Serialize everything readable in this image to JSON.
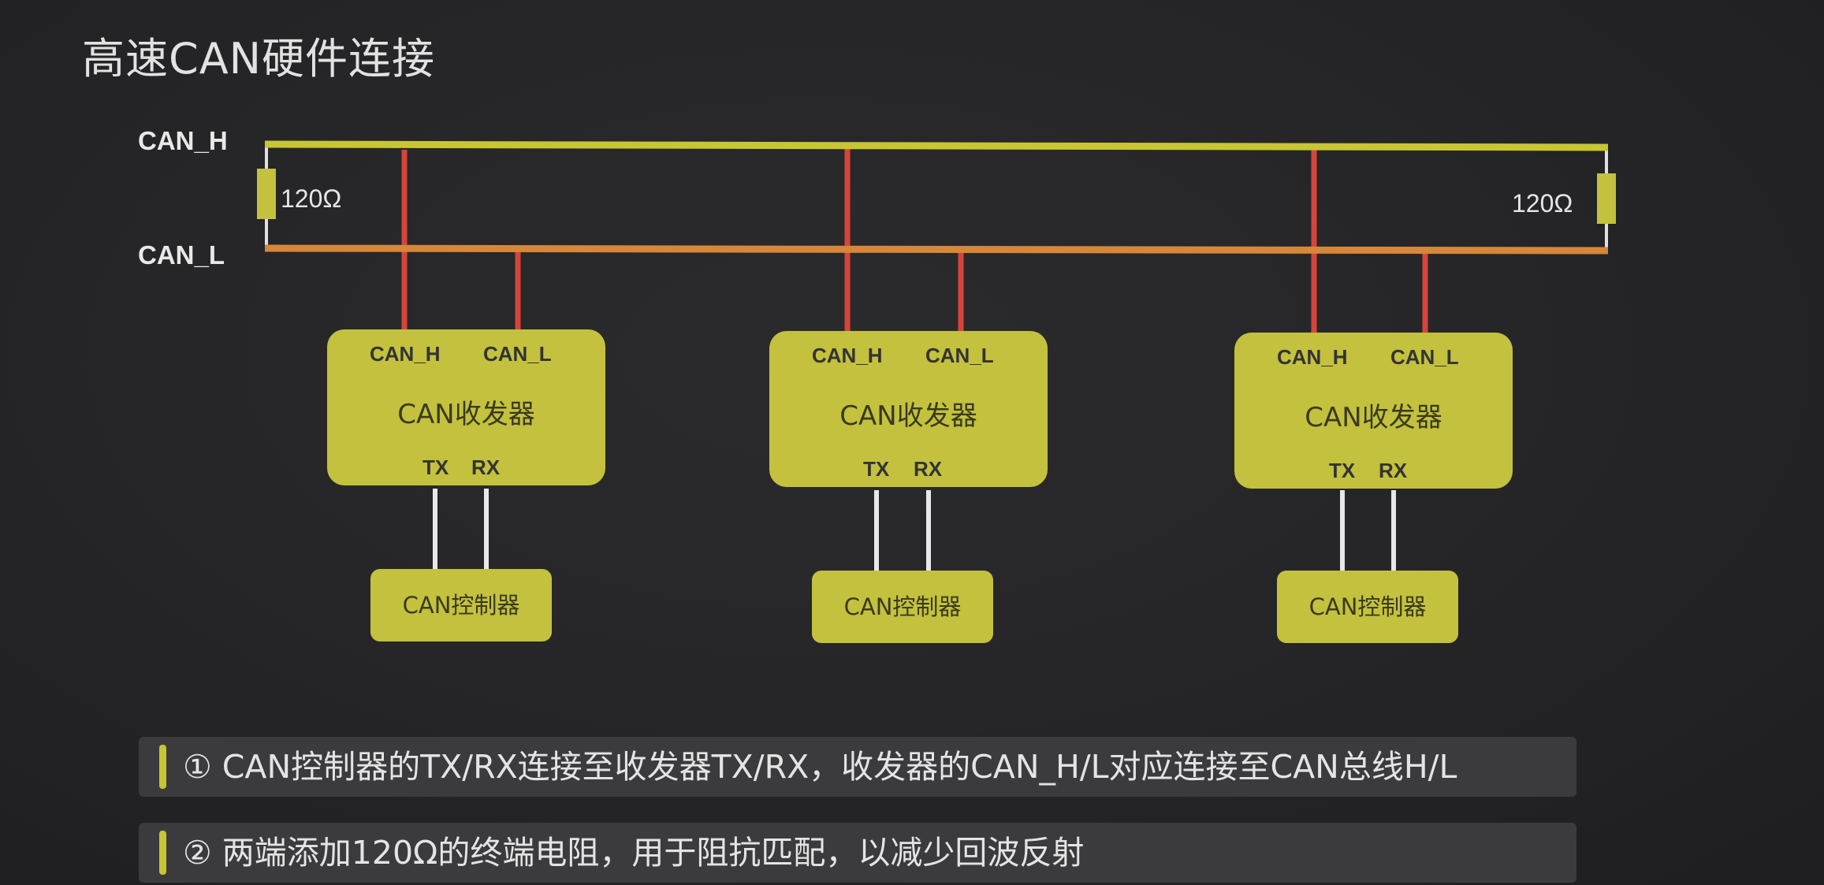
{
  "title": "高速CAN硬件连接",
  "bus": {
    "can_h_label": "CAN_H",
    "can_l_label": "CAN_L",
    "resistor_left": "120Ω",
    "resistor_right": "120Ω",
    "can_h_color": "#c8c632",
    "can_l_color": "#d6873a",
    "stub_color": "#d8443a"
  },
  "nodes": [
    {
      "transceiver": {
        "name": "CAN收发器",
        "pin_h": "CAN_H",
        "pin_l": "CAN_L",
        "pin_tx": "TX",
        "pin_rx": "RX"
      },
      "controller": "CAN控制器"
    },
    {
      "transceiver": {
        "name": "CAN收发器",
        "pin_h": "CAN_H",
        "pin_l": "CAN_L",
        "pin_tx": "TX",
        "pin_rx": "RX"
      },
      "controller": "CAN控制器"
    },
    {
      "transceiver": {
        "name": "CAN收发器",
        "pin_h": "CAN_H",
        "pin_l": "CAN_L",
        "pin_tx": "TX",
        "pin_rx": "RX"
      },
      "controller": "CAN控制器"
    }
  ],
  "notes": [
    "① CAN控制器的TX/RX连接至收发器TX/RX，收发器的CAN_H/L对应连接至CAN总线H/L",
    "② 两端添加120Ω的终端电阻，用于阻抗匹配，以减少回波反射"
  ],
  "colors": {
    "box_fill": "#c3c13e",
    "accent_bar": "#c7c436",
    "background": "#262628"
  }
}
